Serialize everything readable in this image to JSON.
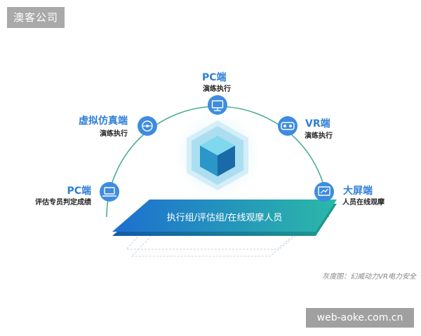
{
  "watermarks": {
    "top_left": "澳客公司",
    "bottom_right": "web-aoke.com.cn"
  },
  "nodes": {
    "top": {
      "title": "PC端",
      "subtitle": "演练执行"
    },
    "upper_left": {
      "title": "虚拟仿真端",
      "subtitle": "演练执行"
    },
    "upper_right": {
      "title": "VR端",
      "subtitle": "演练执行"
    },
    "lower_left": {
      "title": "PC端",
      "subtitle": "评估专员判定成绩"
    },
    "lower_right": {
      "title": "大屏端",
      "subtitle": "人员在线观摩"
    }
  },
  "platform": {
    "label": "执行组/评估组/在线观摩人员"
  },
  "caption": "灰度图：幻威动力VR电力安全",
  "colors": {
    "accent": "#2f7fd7",
    "icon_circle": "#3e8ce0",
    "arc": "#4bb08d",
    "platform_start": "#1d6fd0",
    "platform_end": "#2bb8a8",
    "cube_light": "#7fd8ee",
    "cube_mid": "#2b96c8",
    "cube_dark": "#1a6aa8"
  },
  "icons": {
    "top": "monitor-icon",
    "upper_left": "steering-wheel-icon",
    "upper_right": "vr-headset-icon",
    "lower_left": "laptop-icon",
    "lower_right": "big-screen-icon"
  }
}
